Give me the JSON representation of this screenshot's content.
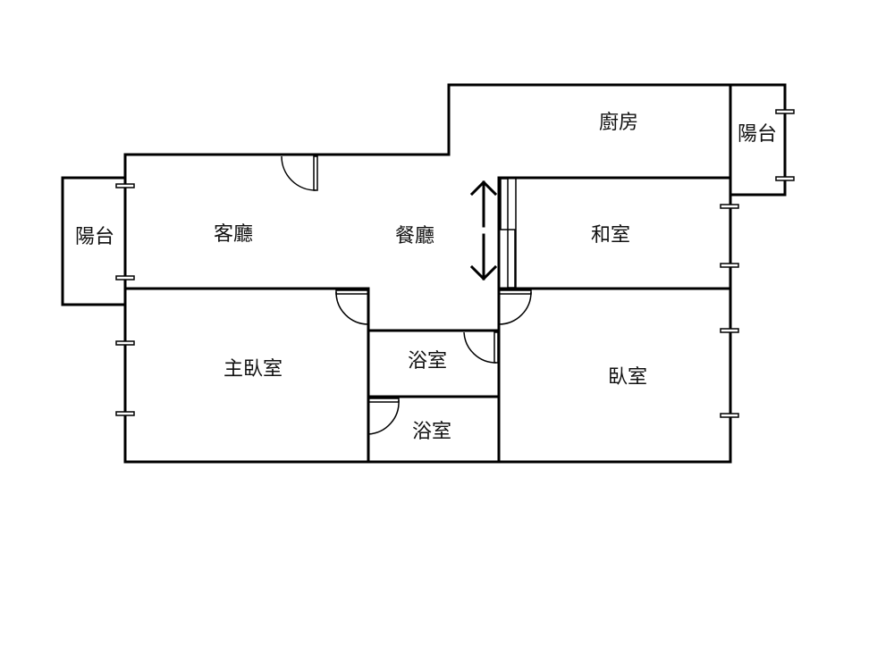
{
  "rooms": {
    "kitchen": "廚房",
    "balcony_right": "陽台",
    "balcony_left": "陽台",
    "living_room": "客廳",
    "dining_room": "餐廳",
    "japanese_room": "和室",
    "master_bedroom": "主臥室",
    "bathroom_1": "浴室",
    "bathroom_2": "浴室",
    "bedroom": "臥室"
  },
  "colors": {
    "wall": "#000000",
    "background": "#ffffff"
  }
}
